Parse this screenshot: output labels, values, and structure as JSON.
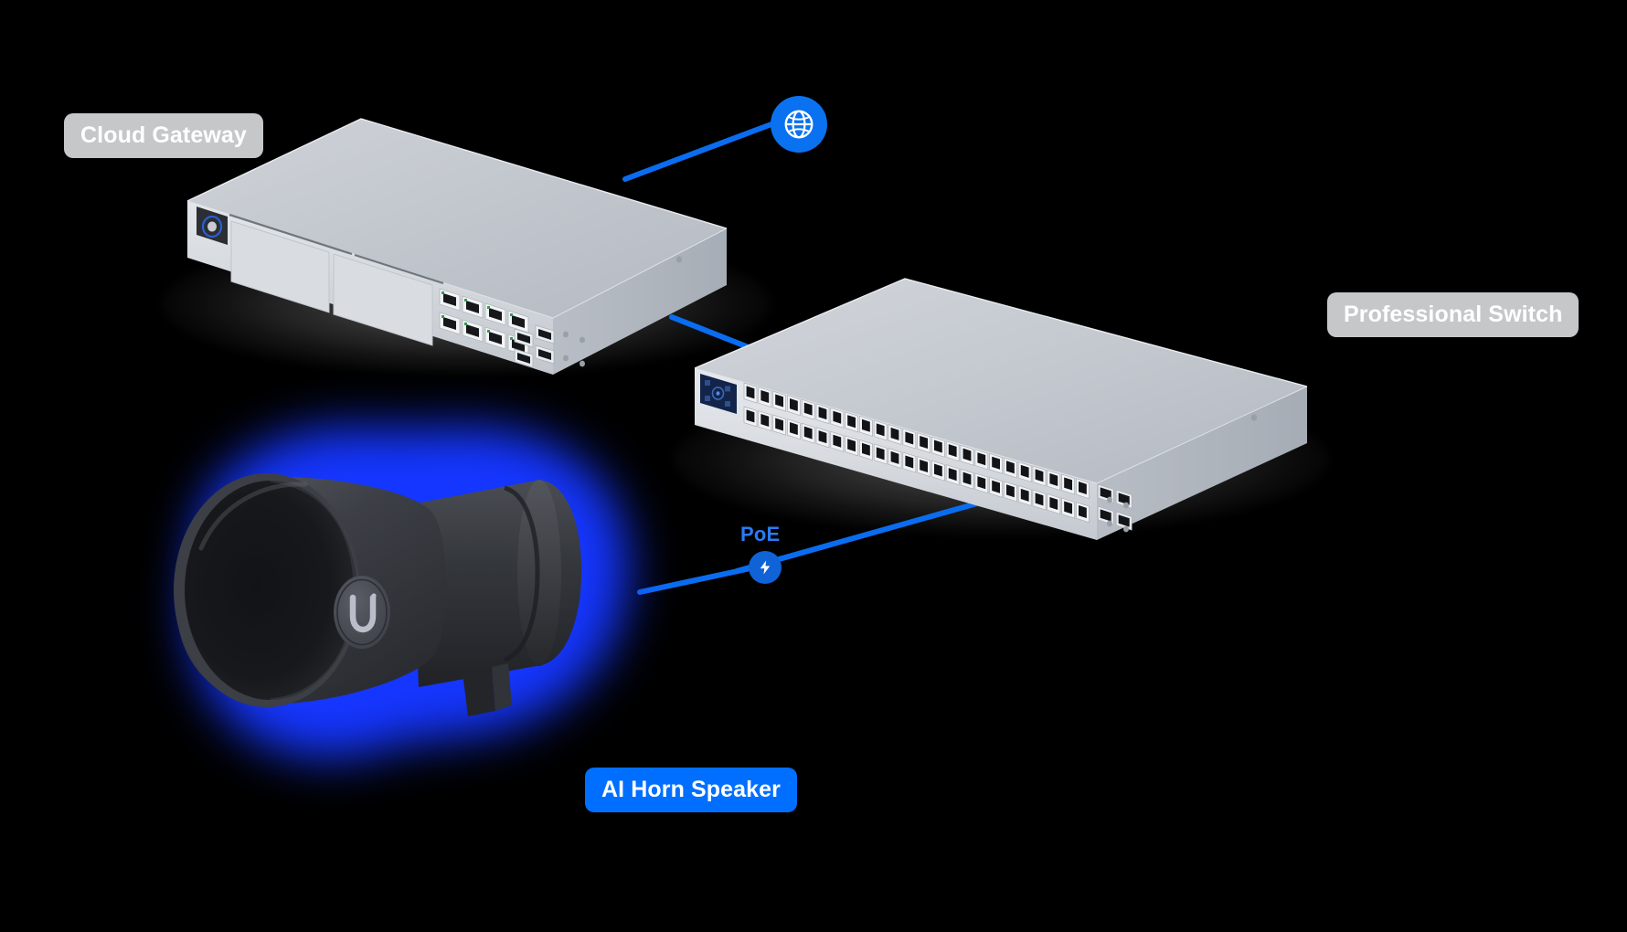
{
  "diagram": {
    "title": "UniFi network topology",
    "background_color": "#000000",
    "accent_color": "#006fff",
    "line_color": "#0a6df0"
  },
  "labels": {
    "cloud_gateway": "Cloud Gateway",
    "professional_switch": "Professional Switch",
    "ai_horn_speaker": "AI Horn Speaker",
    "poe": "PoE"
  },
  "nodes": {
    "internet": {
      "icon": "globe-icon",
      "color": "#0a72f0"
    },
    "poe": {
      "icon": "lightning-bolt-icon",
      "color": "#0f63d6"
    }
  },
  "devices": [
    {
      "id": "cloud-gateway",
      "name": "Cloud Gateway",
      "label_style": "gray",
      "body_color": "#c3c7cc",
      "port_count": 8,
      "has_power_button": true
    },
    {
      "id": "professional-switch",
      "name": "Professional Switch",
      "label_style": "gray",
      "body_color": "#c3c7cc",
      "port_count": 48,
      "sfp_count": 4,
      "has_display_panel": true
    },
    {
      "id": "ai-horn-speaker",
      "name": "AI Horn Speaker",
      "label_style": "blue",
      "body_color": "#2c2e33",
      "highlighted": true,
      "glow_color": "#1536ff",
      "logo": "ubiquiti-u-logo"
    }
  ],
  "connections": [
    {
      "from": "internet",
      "to": "cloud-gateway",
      "kind": "wan"
    },
    {
      "from": "cloud-gateway",
      "to": "professional-switch",
      "kind": "uplink"
    },
    {
      "from": "professional-switch",
      "to": "ai-horn-speaker",
      "kind": "poe",
      "badge": "PoE"
    }
  ]
}
